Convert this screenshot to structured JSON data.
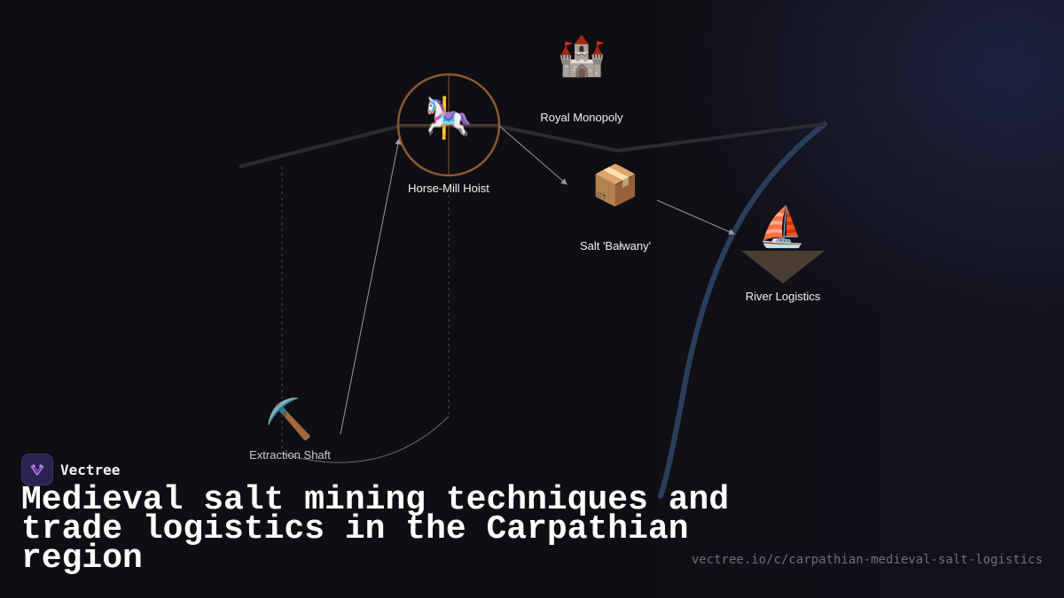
{
  "brand": {
    "name": "Vectree"
  },
  "title": "Medieval salt mining techniques and trade logistics in the Carpathian region",
  "url": "vectree.io/c/carpathian-medieval-salt-logistics",
  "nodes": {
    "castle": {
      "label": "Royal Monopoly",
      "icon": "castle-icon",
      "glyph": "🏰"
    },
    "hoist": {
      "label": "Horse-Mill Hoist",
      "icon": "carousel-horse-icon",
      "glyph": "🎠"
    },
    "salt": {
      "label": "Salt 'Bałwany'",
      "icon": "package-icon",
      "glyph": "📦"
    },
    "river": {
      "label": "River Logistics",
      "icon": "sailboat-icon",
      "glyph": "⛵"
    },
    "shaft": {
      "label": "Extraction Shaft",
      "icon": "pickaxe-icon",
      "glyph": "⛏️"
    }
  },
  "colors": {
    "background": "#0f0e12",
    "river": "#2a3e5c",
    "ridge": "#2c2c30",
    "hoist_ring": "#8a5a2e",
    "arrow": "#9a9aa0",
    "logo_bg": "#2a2250",
    "logo_mark": "#b070e8"
  }
}
